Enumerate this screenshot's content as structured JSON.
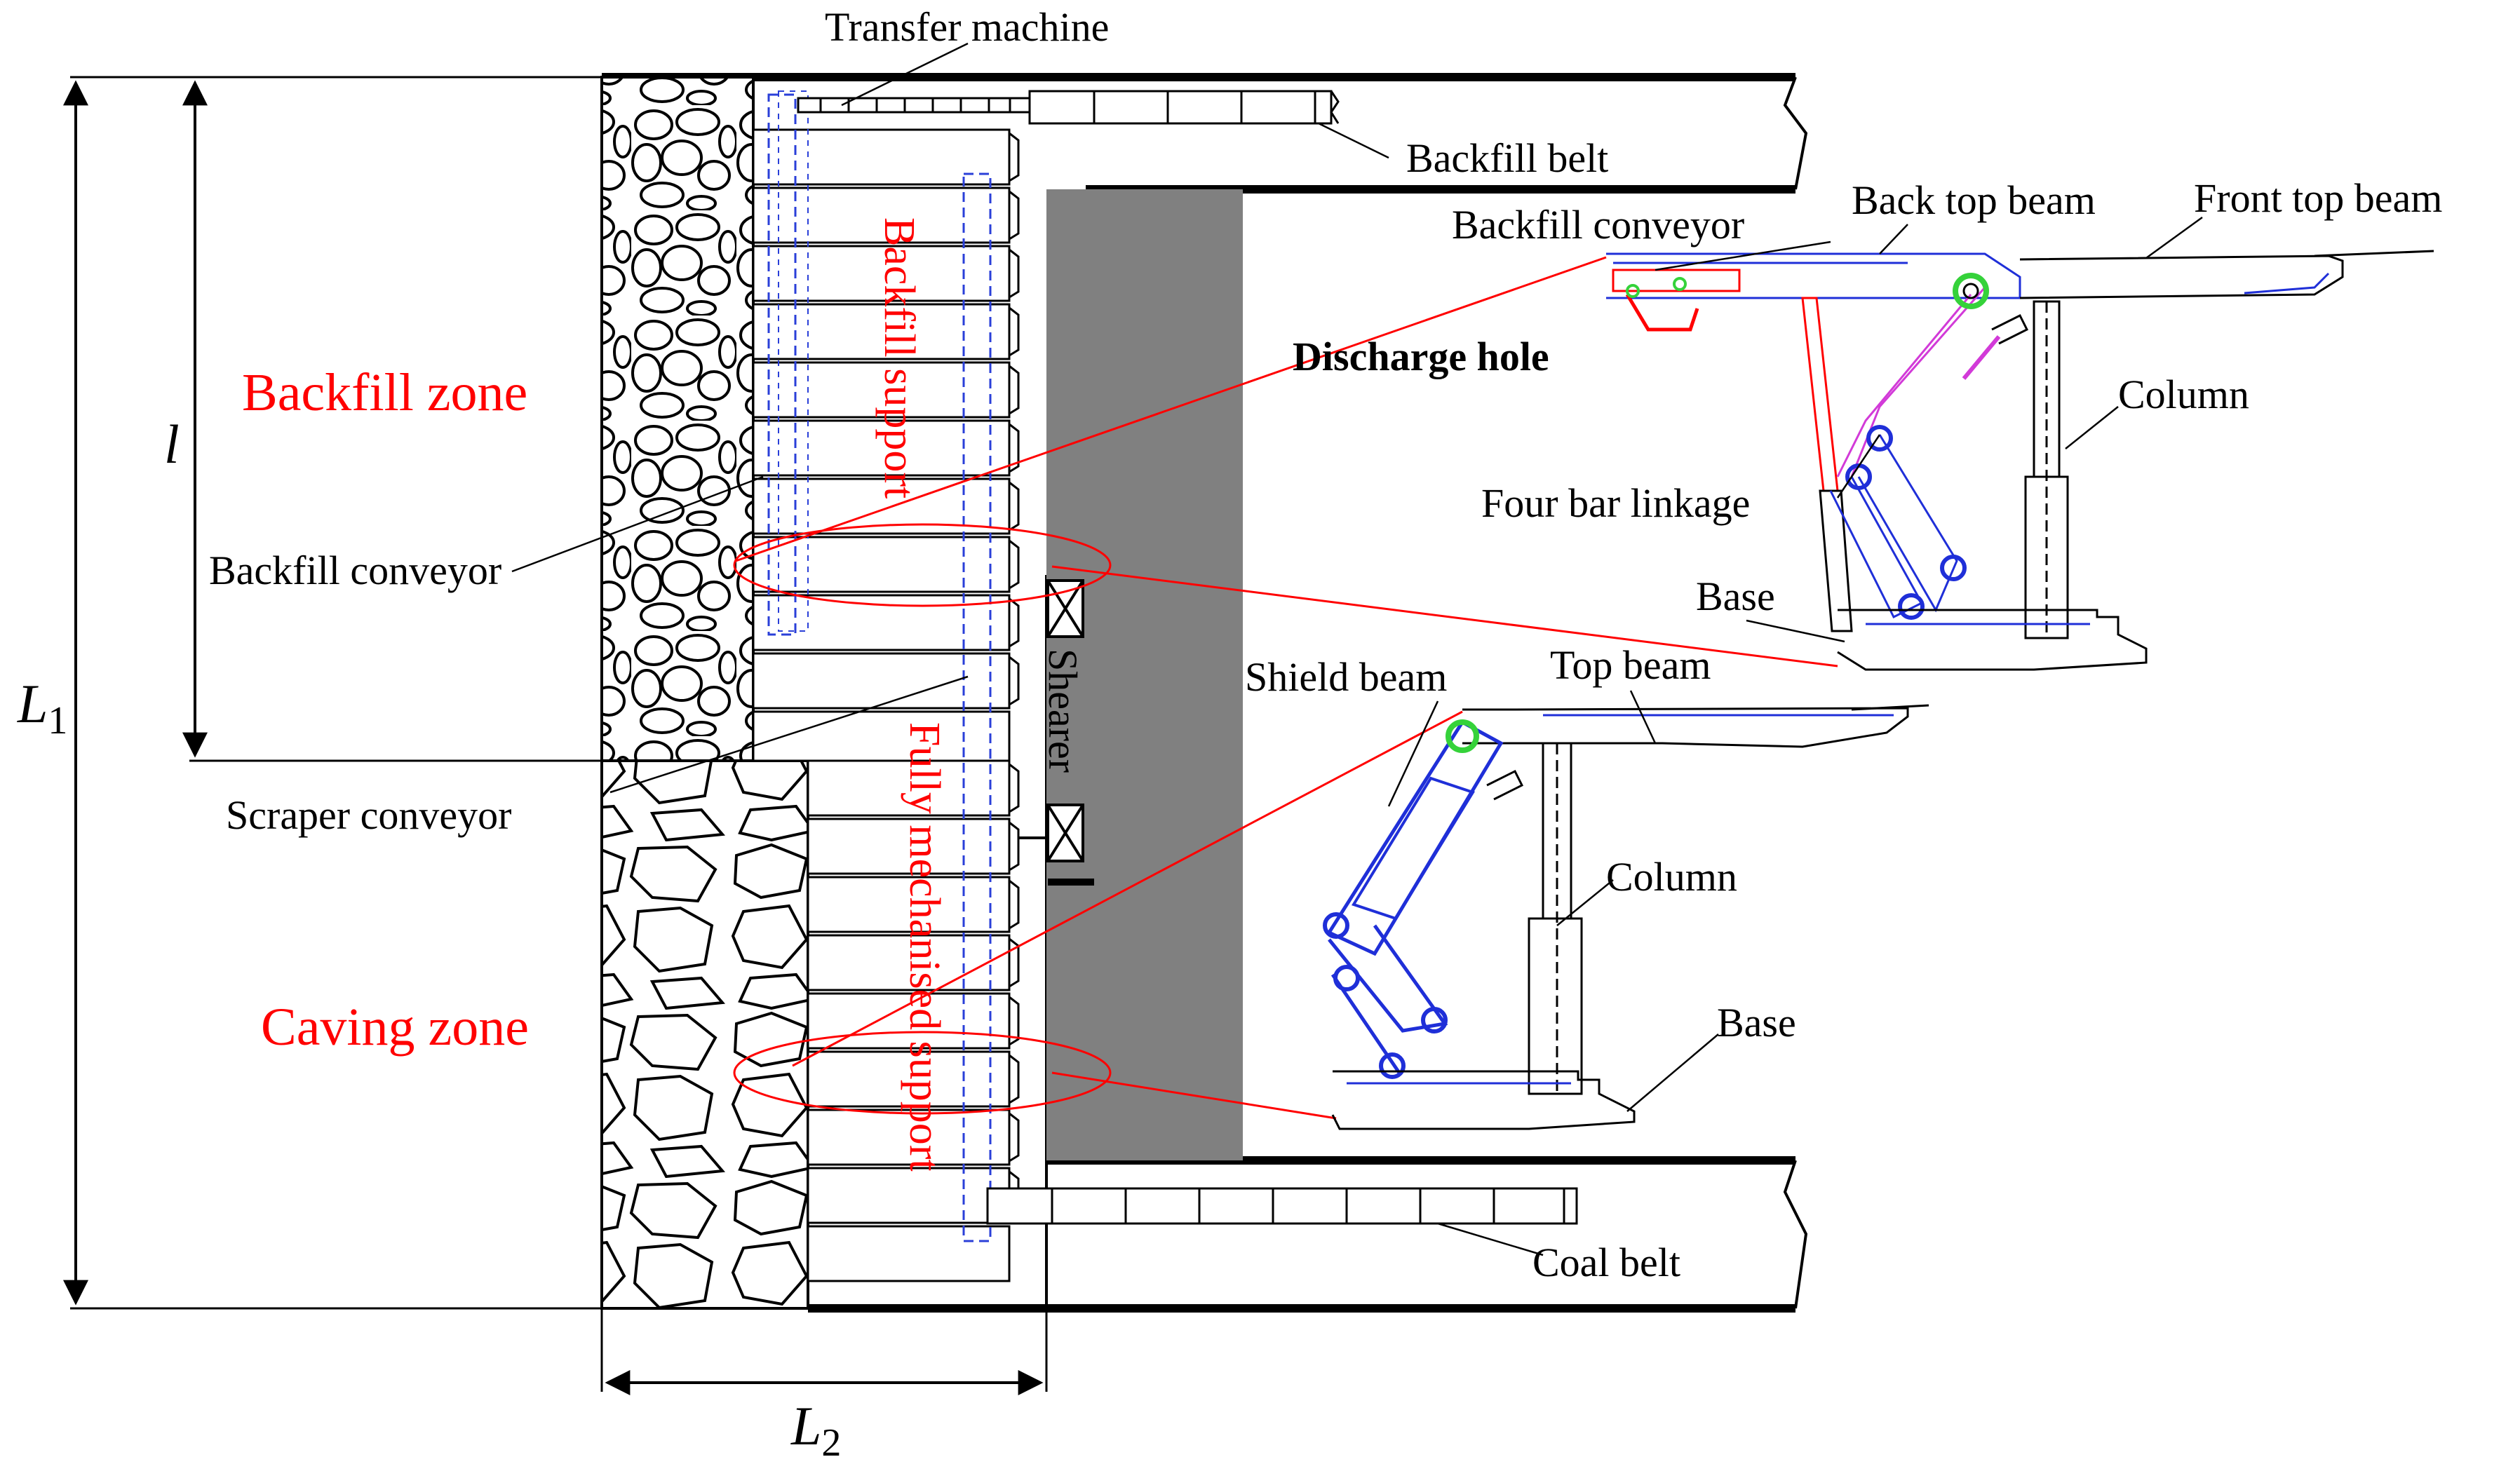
{
  "colors": {
    "line": "#000000",
    "highlight": "#ff0000",
    "dashed_equipment": "#2a3fd8",
    "coal": "#808080",
    "support_blue": "#1f2fd8",
    "pivot_green": "#35d23a",
    "linkage_magenta": "#d23ad8"
  },
  "labels": {
    "transfer_machine": "Transfer machine",
    "backfill_belt": "Backfill belt",
    "backfill_conveyor_top": "Backfill conveyor",
    "backfill_conveyor_left": "Backfill conveyor",
    "back_top_beam": "Back top beam",
    "front_top_beam": "Front top beam",
    "discharge_hole": "Discharge hole",
    "column_top": "Column",
    "four_bar_linkage": "Four bar linkage",
    "base_top": "Base",
    "shield_beam": "Shield  beam",
    "top_beam": "Top beam",
    "column_bottom": "Column",
    "base_bottom": "Base",
    "scraper_conveyor": "Scraper conveyor",
    "coal_belt": "Coal belt",
    "shearer": "Shearer",
    "backfill_zone": "Backfill zone",
    "caving_zone": "Caving zone",
    "backfill_support": "Backfill support",
    "fully_mechanised_support": "Fully mechanised support",
    "dim_l": "l",
    "dim_L1": "L",
    "dim_L1_sub": "1",
    "dim_L2": "L",
    "dim_L2_sub": "2"
  }
}
